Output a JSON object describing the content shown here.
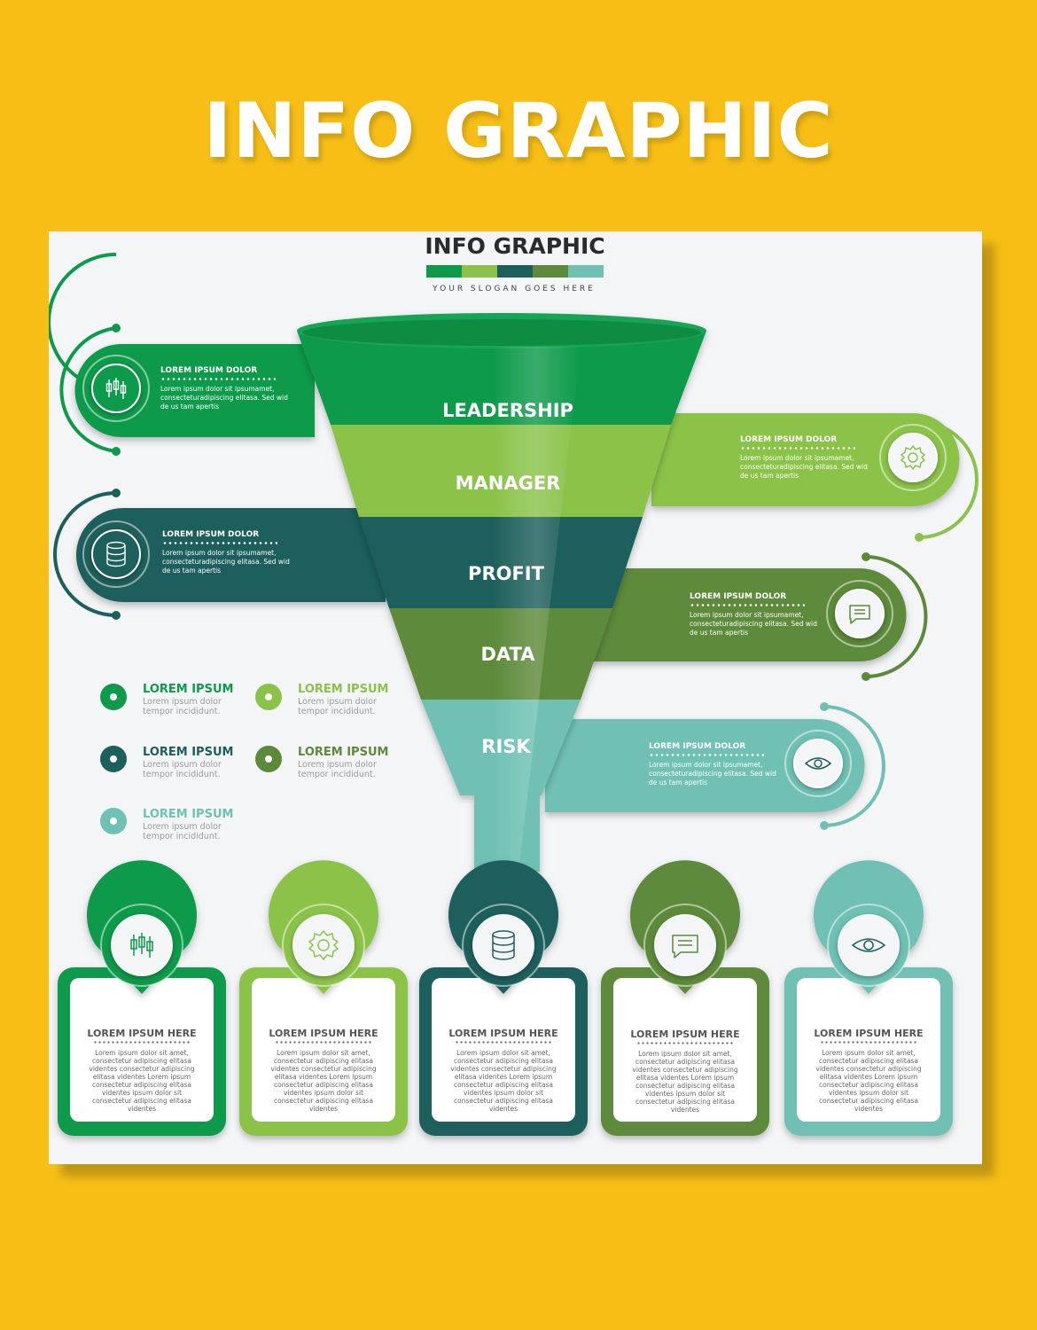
{
  "headline": "INFO GRAPHIC",
  "sheet": {
    "title": "INFO GRAPHIC",
    "slogan": "YOUR SLOGAN GOES HERE",
    "colors": [
      "#0E9A4B",
      "#8BC34A",
      "#1D5F5B",
      "#5D8A3A",
      "#6FC1B4"
    ]
  },
  "funnel": {
    "levels": [
      "LEADERSHIP",
      "MANAGER",
      "PROFIT",
      "DATA",
      "RISK"
    ]
  },
  "banners": [
    {
      "title": "LOREM IPSUM DOLOR",
      "line1": "Lorem ipsum dolor sit  ipsumamet,",
      "line2": "consecteturadipiscing elitasa. Sed wid",
      "line3": "de us tam apertis",
      "icon": "candlestick-icon"
    },
    {
      "title": "LOREM IPSUM DOLOR",
      "line1": "Lorem ipsum dolor sit  ipsumamet,",
      "line2": "consecteturadipiscing elitasa. Sed wid",
      "line3": "de us tam apertis",
      "icon": "gear-icon"
    },
    {
      "title": "LOREM IPSUM DOLOR",
      "line1": "Lorem ipsum dolor sit  ipsumamet,",
      "line2": "consecteturadipiscing elitasa. Sed wid",
      "line3": "de us tam apertis",
      "icon": "database-icon"
    },
    {
      "title": "LOREM IPSUM DOLOR",
      "line1": "Lorem ipsum dolor sit  ipsumamet,",
      "line2": "consecteturadipiscing elitasa. Sed wid",
      "line3": "de us tam apertis",
      "icon": "chat-icon"
    },
    {
      "title": "LOREM IPSUM DOLOR",
      "line1": "Lorem ipsum dolor sit  ipsumamet,",
      "line2": "consecteturadipiscing elitasa. Sed wid",
      "line3": "de us tam apertis",
      "icon": "eye-icon"
    }
  ],
  "legend": [
    {
      "title": "LOREM IPSUM",
      "line1": "Lorem ipsum dolor",
      "line2": "tempor incididunt."
    },
    {
      "title": "LOREM IPSUM",
      "line1": "Lorem ipsum dolor",
      "line2": "tempor incididunt."
    },
    {
      "title": "LOREM IPSUM",
      "line1": "Lorem ipsum dolor",
      "line2": "tempor incididunt."
    },
    {
      "title": "LOREM IPSUM",
      "line1": "Lorem ipsum dolor",
      "line2": "tempor incididunt."
    },
    {
      "title": "LOREM IPSUM",
      "line1": "Lorem ipsum dolor",
      "line2": "tempor incididunt."
    }
  ],
  "cards": [
    {
      "title": "LOREM IPSUM HERE",
      "lines": [
        "Lorem ipsum dolor sit amet,",
        "consectetur adipiscing elitasa",
        "videntes  consectetur adipiscing",
        "elitasa  videntes Lorem ipsum",
        "consectetur adipiscing elitasa",
        "videntes ipsum dolor sit",
        "consectetur adipiscing elitasa",
        "videntes"
      ]
    },
    {
      "title": "LOREM IPSUM HERE",
      "lines": [
        "Lorem ipsum dolor sit amet,",
        "consectetur adipiscing elitasa",
        "videntes  consectetur adipiscing",
        "elitasa  videntes Lorem ipsum",
        "consectetur adipiscing elitasa",
        "videntes ipsum dolor sit",
        "consectetur adipiscing elitasa",
        "videntes"
      ]
    },
    {
      "title": "LOREM IPSUM HERE",
      "lines": [
        "Lorem ipsum dolor sit amet,",
        "consectetur adipiscing elitasa",
        "videntes  consectetur adipiscing",
        "elitasa  videntes Lorem ipsum",
        "consectetur adipiscing elitasa",
        "videntes ipsum dolor sit",
        "consectetur adipiscing elitasa",
        "videntes"
      ]
    },
    {
      "title": "LOREM IPSUM HERE",
      "lines": [
        "Lorem ipsum dolor sit amet,",
        "consectetur adipiscing elitasa",
        "videntes  consectetur adipiscing",
        "elitasa  videntes Lorem ipsum",
        "consectetur adipiscing elitasa",
        "videntes ipsum dolor sit",
        "consectetur adipiscing elitasa",
        "videntes"
      ]
    },
    {
      "title": "LOREM IPSUM HERE",
      "lines": [
        "Lorem ipsum dolor sit amet,",
        "consectetur adipiscing elitasa",
        "videntes  consectetur adipiscing",
        "elitasa  videntes Lorem ipsum",
        "consectetur adipiscing elitasa",
        "videntes ipsum dolor sit",
        "consectetur adipiscing elitasa",
        "videntes"
      ]
    }
  ]
}
